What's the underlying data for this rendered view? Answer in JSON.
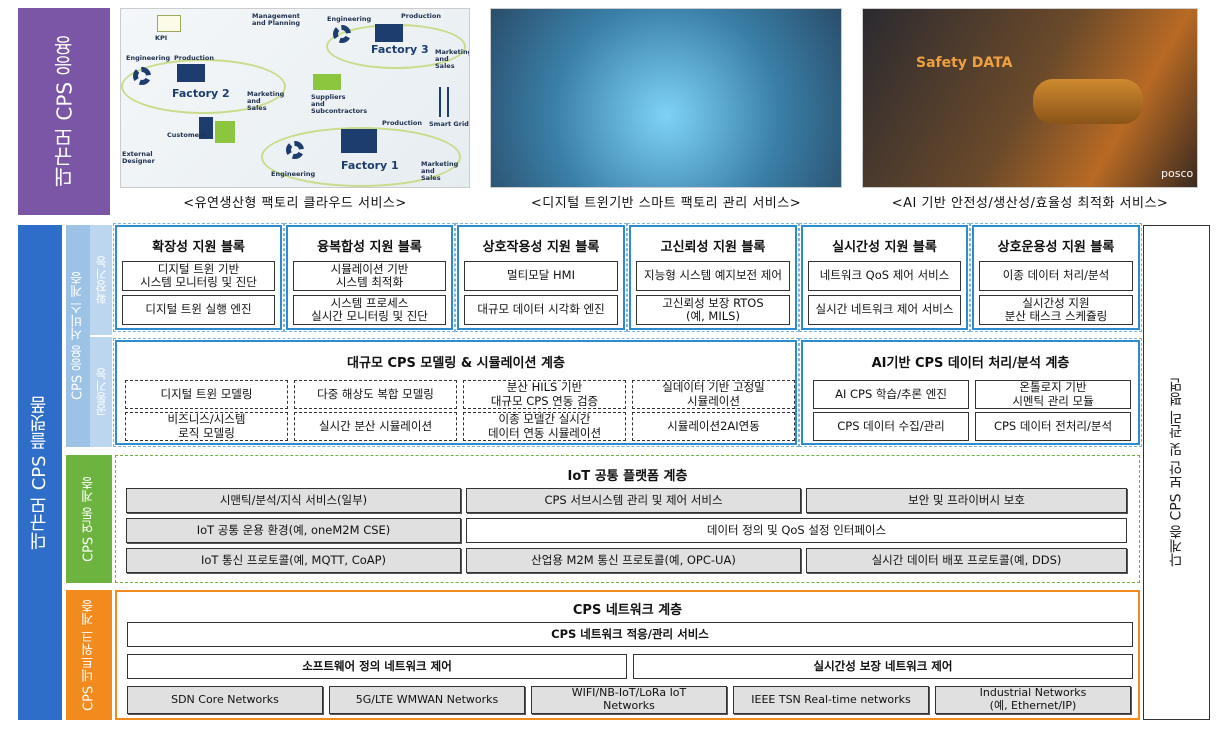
{
  "application": {
    "label": "대규모 CPS 응용",
    "images": [
      {
        "caption": "<유연생산형 팩토리 클라우드 서비스>",
        "scene": "factory-cloud-illustration",
        "labels": [
          "Factory 1",
          "Factory 2",
          "Factory 3",
          "Management and Planning",
          "Engineering",
          "Production",
          "Marketing and Sales",
          "Suppliers and Subcontractors",
          "Customers",
          "External Designer",
          "Smart Grid",
          "KPI"
        ]
      },
      {
        "caption": "<디지털 트윈기반 스마트 팩토리 관리 서비스>",
        "scene": "digital-twin-factory-photo"
      },
      {
        "caption": "<AI 기반 안전성/생산성/효율성 최적화 서비스>",
        "scene": "steel-plant-photo",
        "labels": [
          "Safety DATA",
          "posco"
        ]
      }
    ]
  },
  "platform": {
    "label": "대규모 CPS 플랫폼",
    "security_plane": "다계층 CPS 보안 및 관리 평면",
    "app_layer": {
      "label": "CPS 응용 서비스 계층",
      "ext_label": "확장기능",
      "common_label": "공통기능",
      "blocks": [
        {
          "title": "확장성 지원 블록",
          "items": [
            "디지털 트윈 기반\n시스템 모니터링 및 진단",
            "디지털 트윈 실행 엔진"
          ]
        },
        {
          "title": "융복합성 지원 블록",
          "items": [
            "시뮬레이션 기반\n시스템 최적화",
            "시스템 프로세스\n실시간 모니터링 및 진단"
          ]
        },
        {
          "title": "상호작용성 지원 블록",
          "items": [
            "멀티모달 HMI",
            "대규모 데이터 시각화 엔진"
          ]
        },
        {
          "title": "고신뢰성 지원 블록",
          "items": [
            "지능형 시스템 예지보전 제어",
            "고신뢰성 보장 RTOS\n(예, MILS)"
          ]
        },
        {
          "title": "실시간성 지원 블록",
          "items": [
            "네트워크 QoS 제어 서비스",
            "실시간 네트워크 제어 서비스"
          ]
        },
        {
          "title": "상호운용성 지원 블록",
          "items": [
            "이종 데이터 처리/분석",
            "실시간성 지원\n분산 태스크 스케쥴링"
          ]
        }
      ],
      "modeling": {
        "title": "대규모 CPS 모델링 & 시뮬레이션 계층",
        "items": [
          "디지털 트윈 모델링",
          "다중 해상도 복합 모델링",
          "분산 HILS 기반\n대규모 CPS 연동 검증",
          "실데이터 기반 고정밀\n시뮬레이션",
          "비즈니스/시스템\n로직 모델링",
          "실시간 분산 시뮬레이션",
          "이종 모델간 실시간\n데이터 연동 시뮬레이션",
          "시뮬레이션2AI연동"
        ]
      },
      "ai": {
        "title": "AI기반 CPS 데이터 처리/분석 계층",
        "items": [
          "AI CPS 학습/추론 엔진",
          "온톨로지 기반\n시멘틱 관리 모듈",
          "CPS 데이터 수집/관리",
          "CPS 데이터 전처리/분석"
        ]
      }
    },
    "iot_layer": {
      "label": "CPS 연동 계층",
      "title": "IoT 공통 플랫폼 계층",
      "items": [
        "시맨틱/분석/지식 서비스(일부)",
        "CPS 서브시스템 관리 및 제어 서비스",
        "보안 및 프라이버시 보호",
        "IoT 공통 운용 환경(예, oneM2M CSE)",
        "데이터 정의 및 QoS 설정 인터페이스",
        "IoT 통신 프로토콜(예, MQTT, CoAP)",
        "산업용 M2M 통신 프로토콜(예, OPC-UA)",
        "실시간 데이터 배포 프로토콜(예, DDS)"
      ]
    },
    "network_layer": {
      "label": "CPS 네트워크 계층",
      "title": "CPS 네트워크 계층",
      "service": "CPS 네트워크 적응/관리 서비스",
      "controls": [
        "소프트웨어 정의 네트워크 제어",
        "실시간성 보장 네트워크 제어"
      ],
      "networks": [
        "SDN Core Networks",
        "5G/LTE WMWAN Networks",
        "WIFI/NB-IoT/LoRa IoT\nNetworks",
        "IEEE TSN Real-time networks",
        "Industrial Networks\n(예, Ethernet/IP)"
      ]
    }
  },
  "colors": {
    "application": "#7b56a6",
    "platform": "#2f6ec8",
    "app_layer": "#9cc3e6",
    "iot_layer": "#6db33f",
    "network_layer": "#f28a1e",
    "block_border": "#2e8bd0"
  }
}
